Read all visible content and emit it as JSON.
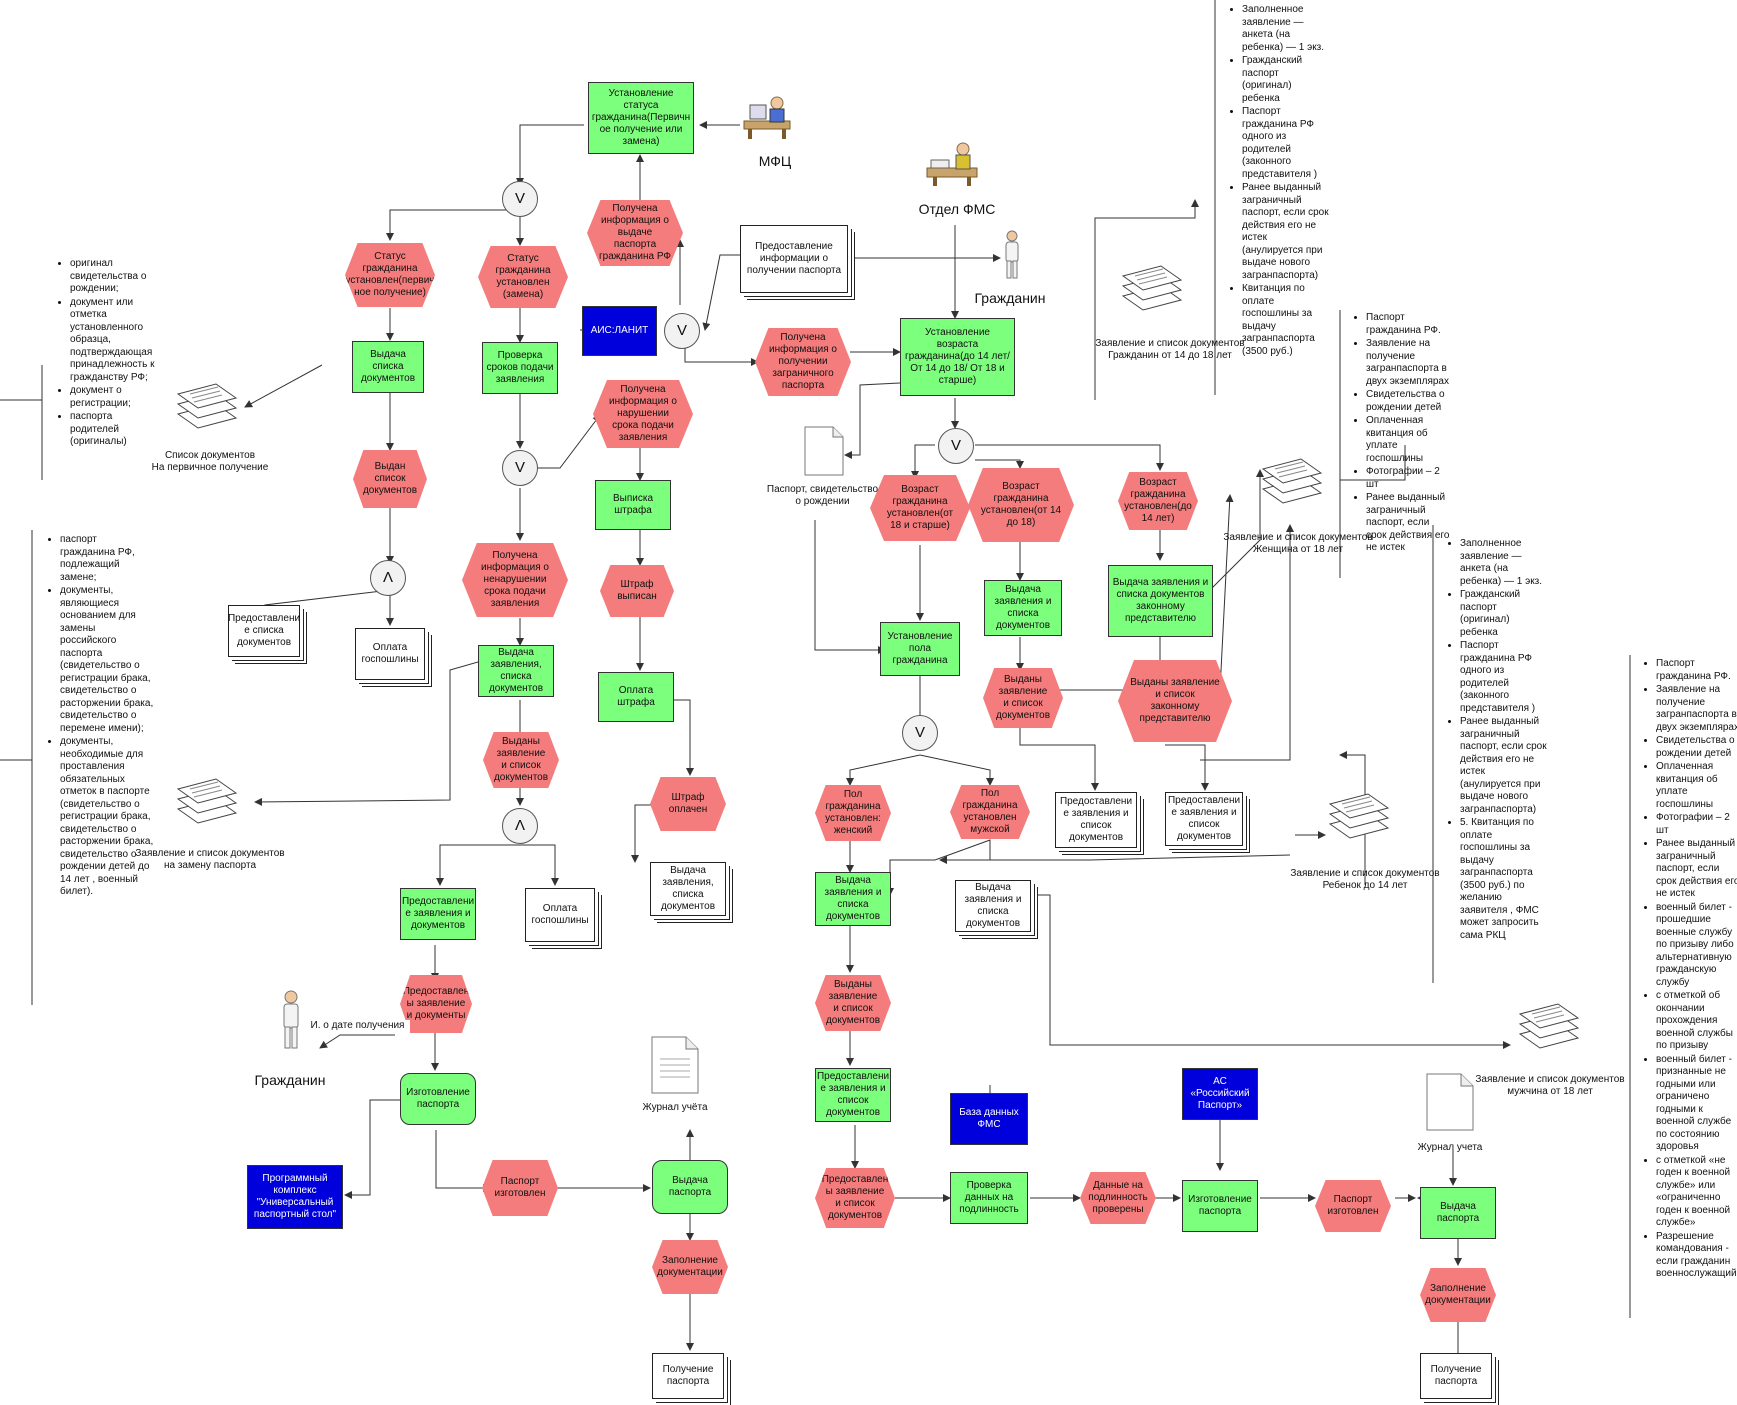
{
  "colors": {
    "function": "#7cff7c",
    "event": "#f47c7c",
    "system": "#0000dc",
    "line": "#333333"
  },
  "labels": {
    "mfc": "МФЦ",
    "fms": "Отдел ФМС",
    "citizen_right": "Гражданин",
    "citizen_left": "Гражданин",
    "docs_first": "Список документов\nНа первичное получение",
    "docs_replace": "Заявление и список документов\nна замену паспорта",
    "docs_14_18": "Заявление и список документов\nГражданин от 14 до 18 лет",
    "docs_woman": "Заявление и список документов\nЖенщина от 18 лет",
    "docs_child": "Заявление и список документов\nРебенок до 14 лет",
    "docs_man": "Заявление и список документов\nмужчина от 18 лет",
    "passport_birth": "Паспорт, свидетельство\nо рождении",
    "journal_left": "Журнал учёта",
    "journal_right": "Журнал учета",
    "notify": "И. о дате получения"
  },
  "nodes": {
    "f_status": "Установление статуса гражданина(Первичн ое получение или замена)",
    "e_info_rf": "Получена информация о выдаче паспорта гражданина РФ",
    "d_info": "Предоставление информации о получении паспорта",
    "e_first": "Статус гражданина установлен(первич ное получение)",
    "e_replace": "Статус гражданина установлен (замена)",
    "sys_aislanit": "АИС:ЛАНИТ",
    "f_list": "Выдача списка документов",
    "f_check": "Проверка сроков подачи заявления",
    "e_info_zagr": "Получена информация о получении заграничного паспорта",
    "f_age": "Установление возраста гражданина(до 14 лет/ От 14 до 18/ От 18 и старше)",
    "e_violation": "Получена информация о нарушении срока подачи заявления",
    "e_list_given": "Выдан список документов",
    "f_fine": "Выписка штрафа",
    "e_fine_issued": "Штраф выписан",
    "e_no_violation": "Получена информация о ненарушении срока подачи заявления",
    "d_list": "Предоставлени е списка документов",
    "d_fee1": "Оплата госпошлины",
    "f_app": "Выдача заявления, списка документов",
    "f_pay_fine": "Оплата штрафа",
    "e_app_given": "Выданы заявление и список документов",
    "e_fine_paid": "Штраф оплачен",
    "d_fine_app": "Выдача заявления, списка документов",
    "f_present": "Предоставлени е заявления и документов",
    "d_fee2": "Оплата госпошлины",
    "e_presented": "Предоставлен ы заявление и документы",
    "f_make_left": "Изготовление паспорта",
    "sys_upc": "Программный комплекс \"Универсальный паспортный стол\"",
    "e_made_left": "Паспорт изготовлен",
    "f_issue_left": "Выдача паспорта",
    "e_fill_left": "Заполнение документации",
    "d_receive_left": "Получение паспорта",
    "e_age18": "Возраст гражданина установлен(от 18 и старше)",
    "e_age14_18": "Возраст гражданина установлен(от 14 до 18)",
    "e_age14": "Возраст гражданина установлен(до 14 лет)",
    "f_gender": "Установление пола гражданина",
    "f_app_14_18": "Выдача заявления и списка документов",
    "f_app_rep": "Выдача заявления и списка документов законному представителю",
    "e_given_14_18": "Выданы заявление и список документов",
    "e_given_rep": "Выданы заявление и список законному представителю",
    "d_present_14_18": "Предоставлени е заявления и список документов",
    "d_present_rep": "Предоставлени е заявления и список документов",
    "e_female": "Пол гражданина установлен: женский",
    "e_male": "Пол гражданина установлен мужской",
    "f_app_f": "Выдача заявления и списка документов",
    "d_app_m": "Выдача заявления и списка документов",
    "e_given_f": "Выданы заявление и список документов",
    "f_present_f": "Предоставлени е заявления и список документов",
    "e_presented_f": "Предоставлен ы заявление и список документов",
    "sys_db": "База данных ФМС",
    "f_verify": "Проверка данных на подлинность",
    "e_verified": "Данные на подлинность проверены",
    "sys_rp": "АС «Российский Паспорт»",
    "f_make_right": "Изготовление паспорта",
    "e_made_right": "Паспорт изготовлен",
    "f_issue_right": "Выдача паспорта",
    "e_fill_right": "Заполнение документации",
    "d_receive_right": "Получение паспорта",
    "op_v1": "V",
    "op_v2": "V",
    "op_v3": "V",
    "op_v4": "V",
    "op_v5": "V",
    "op_and1": "Λ",
    "op_and2": "Λ"
  },
  "lists": {
    "first_docs": [
      "оригинал свидетельства о рождении;",
      "документ или отметка установленного образца, подтверждающая принадлежность к гражданству РФ;",
      "документ о регистрации;",
      "паспорта родителей (оригиналы)"
    ],
    "replace_docs": [
      "паспорт гражданина РФ, подлежащий замене;",
      "документы, являющиеся основанием для замены российского паспорта (свидетельство о регистрации брака, свидетельство о расторжении брака, свидетельство о перемене имени);",
      "документы, необходимые для проставления обязательных отметок в паспорте (свидетельство о регистрации брака, свидетельство о расторжении брака, свидетельство о рождении детей до 14 лет , военный билет)."
    ],
    "teen_docs": [
      "Заполненное заявление — анкета (на ребенка) — 1 экз.",
      "Гражданский паспорт (оригинал) ребенка",
      "Паспорт гражданина РФ одного из родителей (законного представителя )",
      "Ранее выданный заграничный паспорт, если срок действия его не истек (анулируется при выдаче нового загранпаспорта)",
      "Квитанция по оплате госпошлины за выдачу загранпаспорта (3500 руб.)"
    ],
    "woman_docs": [
      "Паспорт гражданина РФ.",
      "Заявление на получение загранпаспорта в двух экземплярах",
      "Свидетельства о рождении детей",
      "Оплаченная квитанция об уплате госпошлины",
      "Фотографии – 2 шт",
      "Ранее выданный заграничный паспорт, если срок действия его не истек"
    ],
    "child_docs": [
      "Заполненное заявление — анкета (на ребенка) — 1 экз.",
      "Гражданский паспорт (оригинал) ребенка",
      "Паспорт гражданина РФ одного из родителей (законного представителя )",
      "Ранее выданный заграничный паспорт, если срок действия его не истек (анулируется при выдаче нового загранпаспорта)",
      "5. Квитанция по оплате госпошлины за выдачу загранпаспорта (3500 руб.) по желанию заявителя , ФМС может запросить сама РКЦ"
    ],
    "man_docs": [
      "Паспорт гражданина РФ.",
      "Заявление на получение загранпаспорта в двух экземплярах",
      "Свидетельства о рождении детей",
      "Оплаченная квитанция об уплате госпошлины",
      "Фотографии – 2 шт",
      "Ранее выданный заграничный паспорт, если срок действия его не истек",
      "военный билет - прошедшие военные службу по призыву либо альтернативную гражданскую службу",
      "с отметкой об окончании прохождения военной службы по призыву",
      "военный билет - признанные не годными или ограничено годными к военной службе по состоянию здоровья",
      "с отметкой «не годен к военной службе» или «ограниченно годен к военной службе»",
      "Разрешение командования - если гражданин военнослужащий"
    ]
  },
  "icons": [
    "operator-icon",
    "clerk-icon",
    "person-icon",
    "document-stack-icon",
    "paper-document-icon"
  ]
}
